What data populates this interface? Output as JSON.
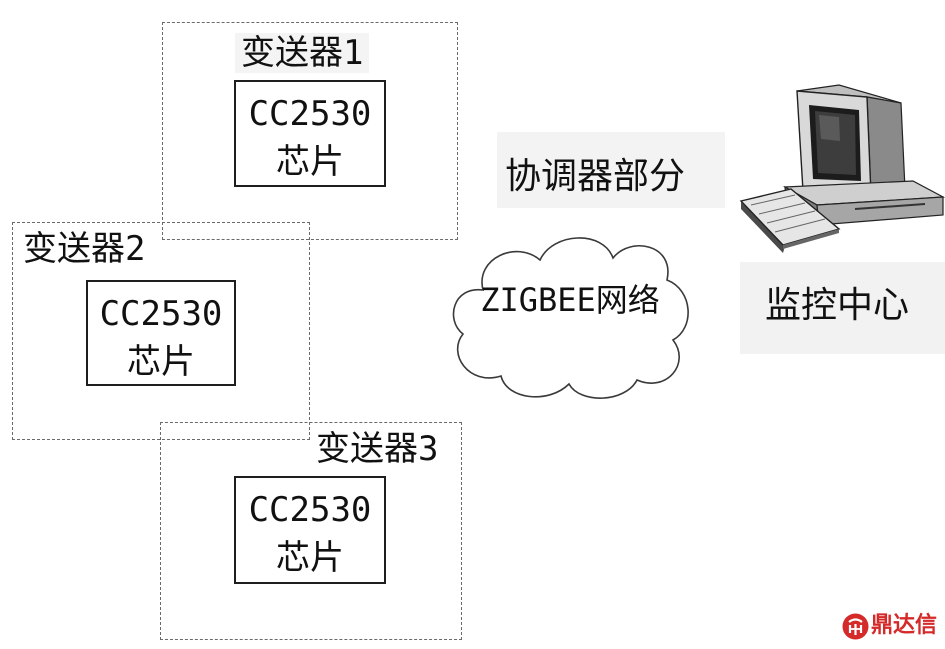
{
  "transmitters": [
    {
      "label": "变送器1",
      "chip_line1": "CC2530",
      "chip_line2": "芯片"
    },
    {
      "label": "变送器2",
      "chip_line1": "CC2530",
      "chip_line2": "芯片"
    },
    {
      "label": "变送器3",
      "chip_line1": "CC2530",
      "chip_line2": "芯片"
    }
  ],
  "coordinator": {
    "label": "协调器部分"
  },
  "network": {
    "label": "ZIGBEE网络",
    "icon": "cloud-icon"
  },
  "monitor_center": {
    "label": "监控中心",
    "icon": "computer-icon"
  },
  "watermark": {
    "text": "鼎达信",
    "icon": "logo-icon",
    "color": "#d42a2a"
  }
}
